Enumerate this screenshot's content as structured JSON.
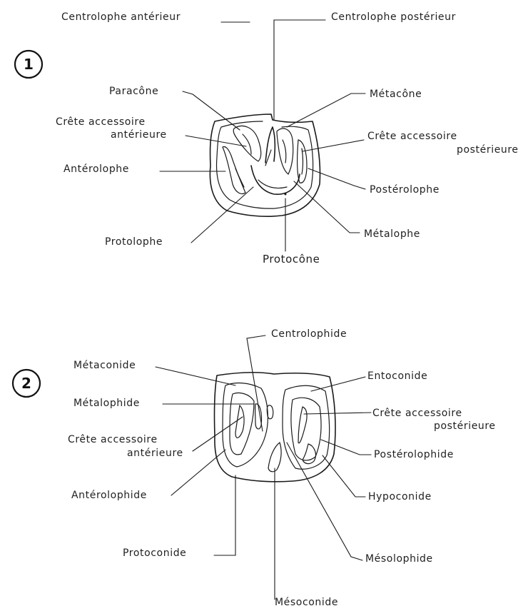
{
  "figure1": {
    "number": "1",
    "labels": {
      "centrolophe_anterieur": "Centrolophe antérieur",
      "centrolophe_posterieur": "Centrolophe postérieur",
      "paracone": "Paracône",
      "metacone": "Métacône",
      "crete_accessoire_anterieure_1": "Crête accessoire",
      "crete_accessoire_anterieure_2": "antérieure",
      "crete_accessoire_posterieure_1": "Crête accessoire",
      "crete_accessoire_posterieure_2": "postérieure",
      "anterolophe": "Antérolophe",
      "posterolophe": "Postérolophe",
      "protolophe": "Protolophe",
      "metalophe": "Métalophe",
      "protocone": "Protocône"
    }
  },
  "figure2": {
    "number": "2",
    "labels": {
      "centrolophide": "Centrolophide",
      "metaconide": "Métaconide",
      "entoconide": "Entoconide",
      "metalophide": "Métalophide",
      "crete_accessoire_posterieure_1": "Crête accessoire",
      "crete_accessoire_posterieure_2": "postérieure",
      "crete_accessoire_anterieure_1": "Crête accessoire",
      "crete_accessoire_anterieure_2": "antérieure",
      "posterolophide": "Postérolophide",
      "anterolophide": "Antérolophide",
      "hypoconide": "Hypoconide",
      "protoconide": "Protoconide",
      "mesolophide": "Mésolophide",
      "mesoconide": "Mésoconide"
    }
  }
}
